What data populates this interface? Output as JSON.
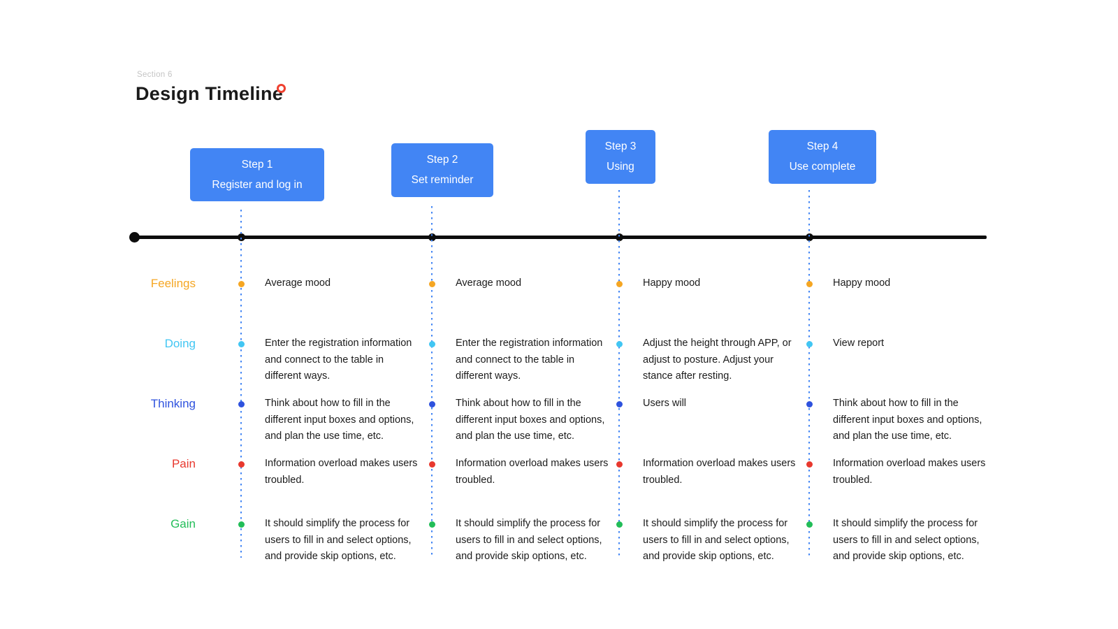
{
  "header": {
    "section": "Section 6",
    "title": "Design Timeline"
  },
  "steps": [
    {
      "title": "Step 1",
      "subtitle": "Register and log in"
    },
    {
      "title": "Step 2",
      "subtitle": "Set reminder"
    },
    {
      "title": "Step 3",
      "subtitle": "Using"
    },
    {
      "title": "Step 4",
      "subtitle": "Use complete"
    }
  ],
  "rows": [
    {
      "label": "Feelings",
      "color": "#F5A623",
      "cells": [
        "Average mood",
        "Average mood",
        "Happy mood",
        "Happy mood"
      ]
    },
    {
      "label": "Doing",
      "color": "#42C6F3",
      "cells": [
        "Enter the registration information and connect to the table in different ways.",
        "Enter the registration information and connect to the table in different ways.",
        "Adjust the height through APP, or adjust to posture. Adjust your stance after resting.",
        "View report"
      ]
    },
    {
      "label": "Thinking",
      "color": "#2E52DE",
      "cells": [
        "Think about how to fill in the different input boxes and options, and plan the use time, etc.",
        "Think about how to fill in the different input boxes and options, and plan the use time, etc.",
        "Users will",
        "Think about how to fill in the different input boxes and options, and plan the use time, etc."
      ]
    },
    {
      "label": "Pain",
      "color": "#E8382E",
      "cells": [
        "Information overload makes users troubled.",
        "Information overload makes users troubled.",
        "Information overload makes users troubled.",
        "Information overload makes users troubled."
      ]
    },
    {
      "label": "Gain",
      "color": "#22BD58",
      "cells": [
        "It should simplify the process for users to fill in and select options, and provide skip options, etc.",
        "It should simplify the process for users to fill in and select options, and provide skip options, etc.",
        "It should simplify the process for users to fill in and select options, and provide skip options, etc.",
        "It should simplify the process for users to fill in and select options, and provide skip options, etc."
      ]
    }
  ],
  "colors": {
    "step_bg": "#4285F4",
    "timeline": "#0D0D0D",
    "dotted_line": "#4285F4",
    "accent_ring": "#EF4130",
    "section_label": "#C4C4C4"
  }
}
